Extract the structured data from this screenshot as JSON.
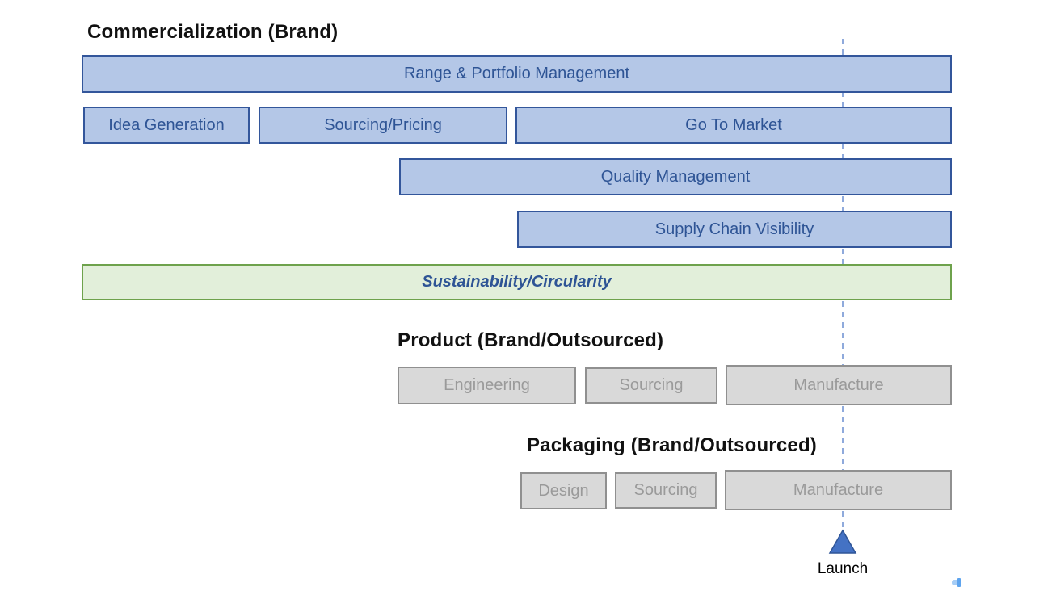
{
  "slide": {
    "background": "#ffffff"
  },
  "commercialization": {
    "title": "Commercialization (Brand)",
    "range_portfolio": "Range & Portfolio Management",
    "idea_generation": "Idea Generation",
    "sourcing_pricing": "Sourcing/Pricing",
    "go_to_market": "Go To Market",
    "quality_management": "Quality Management",
    "supply_chain_visibility": "Supply Chain Visibility",
    "sustainability": "Sustainability/Circularity"
  },
  "product": {
    "title": "Product (Brand/Outsourced)",
    "engineering": "Engineering",
    "sourcing": "Sourcing",
    "manufacture": "Manufacture"
  },
  "packaging": {
    "title": "Packaging (Brand/Outsourced)",
    "design": "Design",
    "sourcing": "Sourcing",
    "manufacture": "Manufacture"
  },
  "timeline": {
    "launch_label": "Launch"
  },
  "colors": {
    "blue_bar_fill": "#b4c7e7",
    "blue_bar_border": "#33569b",
    "blue_bar_text": "#2e5495",
    "green_bar_fill": "#e2efda",
    "green_bar_border": "#6ea24c",
    "gray_bar_fill": "#d9d9d9",
    "gray_bar_border": "#909090",
    "gray_bar_text": "#9a9a9a",
    "dashed_line": "#8faadc",
    "launch_marker_fill": "#4472c4",
    "launch_marker_border": "#2f5597",
    "heading_text": "#111111"
  }
}
